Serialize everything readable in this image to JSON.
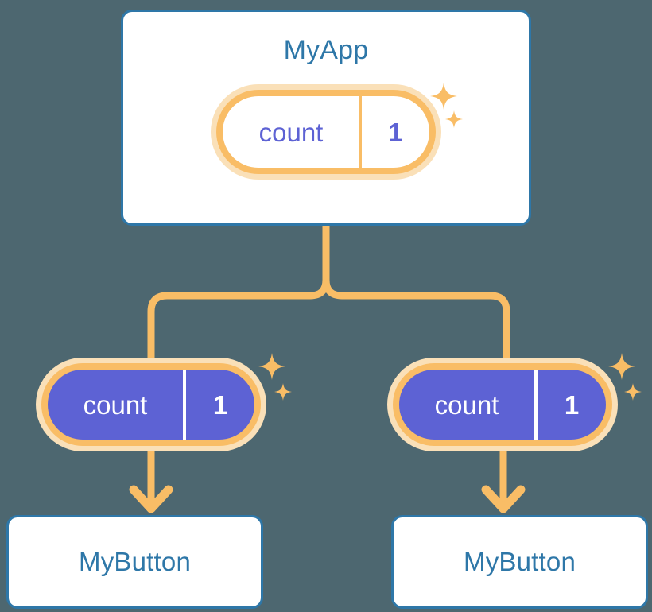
{
  "diagram": {
    "title_semantics": "react-state-props-flow",
    "background_color": "#4d6770",
    "accent_orange": "#f9bd66",
    "accent_orange_pale": "#fae0b8",
    "accent_blue": "#2e77a8",
    "accent_purple": "#5d62d4"
  },
  "app_card": {
    "title": "MyApp",
    "state_pill": {
      "key": "count",
      "value": "1",
      "style": "white"
    }
  },
  "props": [
    {
      "key": "count",
      "value": "1",
      "style": "purple"
    },
    {
      "key": "count",
      "value": "1",
      "style": "purple"
    }
  ],
  "buttons": [
    {
      "title": "MyButton"
    },
    {
      "title": "MyButton"
    }
  ],
  "sparkles": [
    {
      "name": "sparkle-app-large",
      "size": "large"
    },
    {
      "name": "sparkle-app-small",
      "size": "small"
    },
    {
      "name": "sparkle-left-large",
      "size": "large"
    },
    {
      "name": "sparkle-left-small",
      "size": "small"
    },
    {
      "name": "sparkle-right-large",
      "size": "large"
    },
    {
      "name": "sparkle-right-small",
      "size": "small"
    }
  ],
  "connectors": {
    "trunk_label": "state-to-props-fork",
    "arrow_label": "props-to-button-arrow"
  }
}
